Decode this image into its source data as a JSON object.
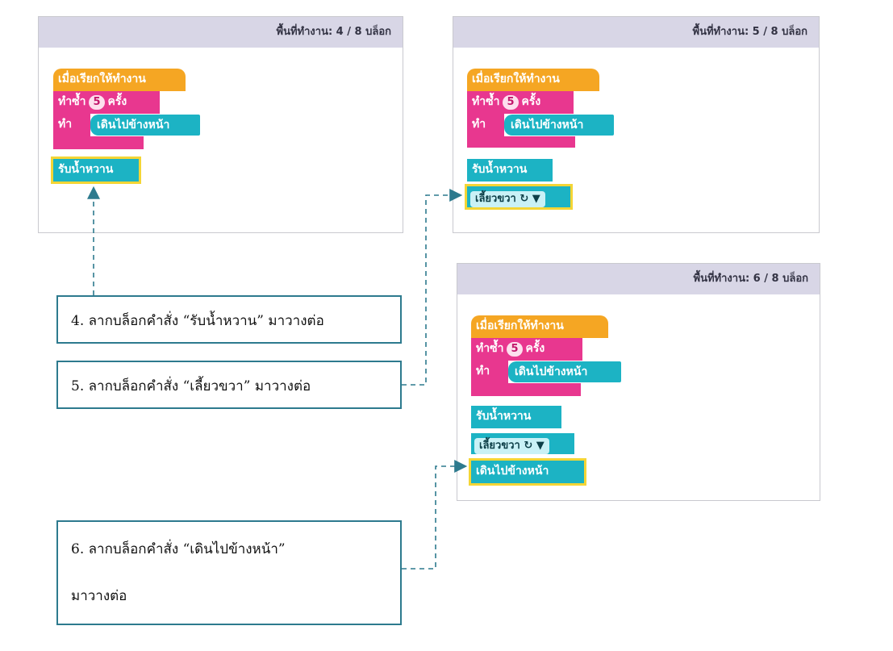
{
  "workspaces": [
    {
      "header": "พื้นที่ทำงาน: 4 / 8 บล็อก"
    },
    {
      "header": "พื้นที่ทำงาน: 5 / 8 บล็อก"
    },
    {
      "header": "พื้นที่ทำงาน: 6 / 8 บล็อก"
    }
  ],
  "blocks": {
    "when_run": "เมื่อเรียกให้ทำงาน",
    "repeat": "ทำซ้ำ",
    "repeat_count": "5",
    "times": "ครั้ง",
    "do": "ทำ",
    "move_forward": "เดินไปข้างหน้า",
    "get_nectar": "รับน้ำหวาน",
    "turn_right": "เลี้ยวขวา ↻ ▼"
  },
  "captions": {
    "step4": "4. ลากบล็อกคำสั่ง “รับน้ำหวาน” มาวางต่อ",
    "step5": "5. ลากบล็อกคำสั่ง “เลี้ยวขวา” มาวางต่อ",
    "step6_line1": "6. ลากบล็อกคำสั่ง “เดินไปข้างหน้า”",
    "step6_line2": "มาวางต่อ"
  },
  "colors": {
    "event": "#f5a623",
    "loop": "#e8378f",
    "action": "#1cb3c4",
    "highlight": "#f4d535",
    "connector": "#2d7a8e"
  }
}
